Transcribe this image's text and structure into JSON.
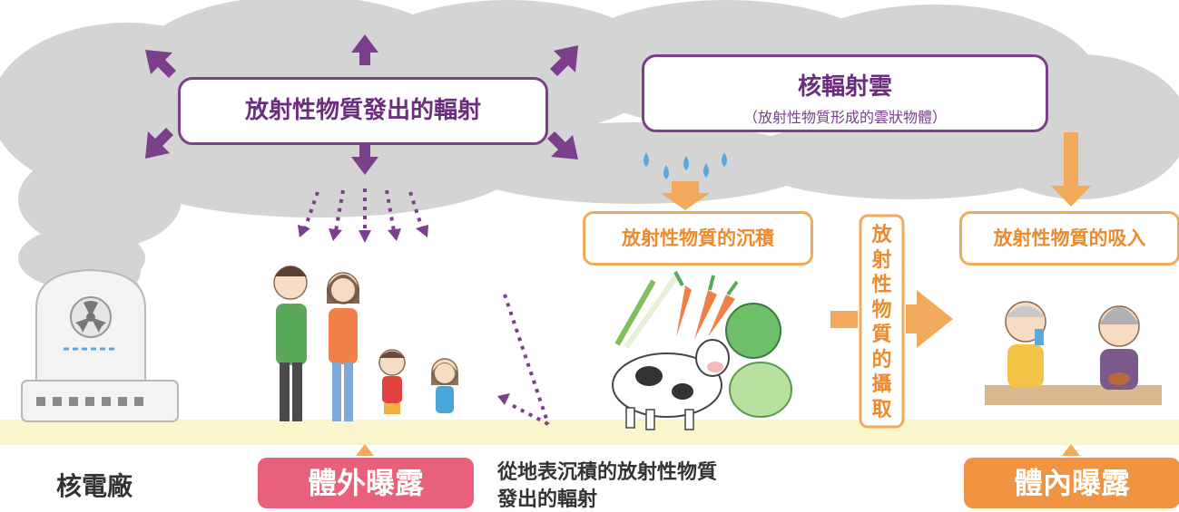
{
  "cloud": {
    "emission_label": "放射性物質發出的輻射",
    "nuclear_cloud_title": "核輻射雲",
    "nuclear_cloud_subtitle": "（放射性物質形成的雲狀物體）"
  },
  "process": {
    "deposition_label": "放射性物質的沉積",
    "inhalation_label": "放射性物質的吸入",
    "ingestion_label": "放射性物質的攝取"
  },
  "bottom": {
    "plant_label": "核電廠",
    "external_exposure": "體外曝露",
    "ground_radiation_line1": "從地表沉積的放射性物質",
    "ground_radiation_line2": "發出的輻射",
    "internal_exposure": "體內曝露"
  },
  "colors": {
    "purple": "#7b3f8c",
    "orange": "#f3a95b",
    "cloud_gray": "#d4d4d4",
    "ground_yellow": "#fbf5cc",
    "external_badge": "#e8607a",
    "internal_badge": "#f09441",
    "raindrop_blue": "#5aa8dc"
  },
  "icons": [
    "nuclear-plant-icon",
    "family-icon",
    "vegetables-icon",
    "cow-icon",
    "elderly-couple-icon",
    "raindrop-icon"
  ]
}
